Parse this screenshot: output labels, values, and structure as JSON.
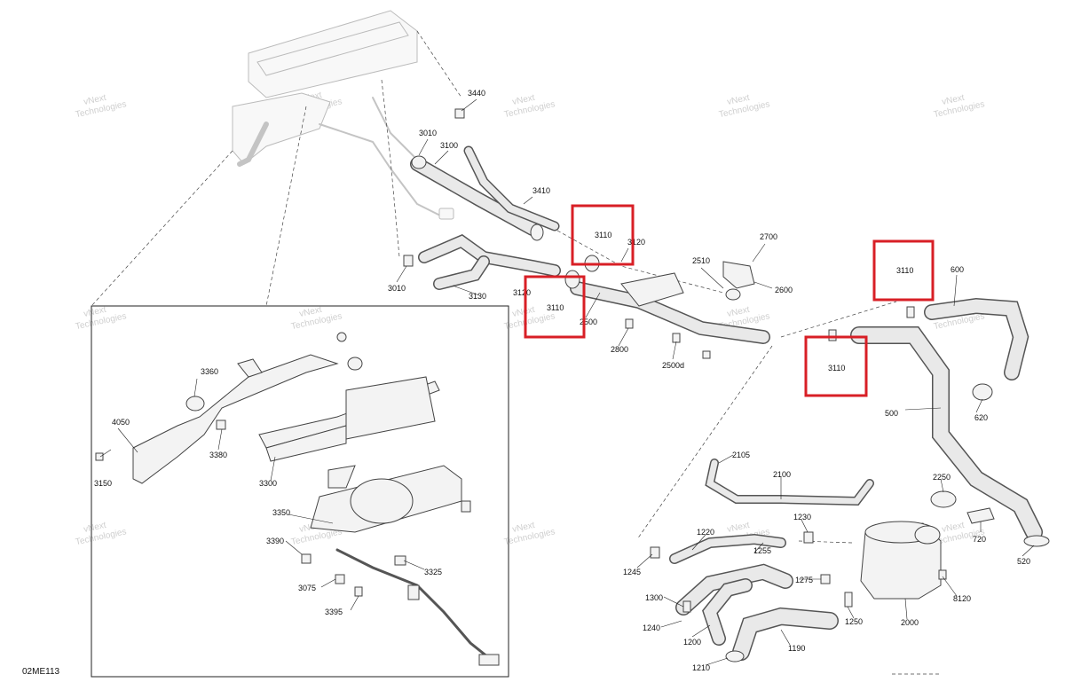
{
  "diagram": {
    "reference_code": "02ME113",
    "watermark": {
      "line1": "vNext",
      "line2": "Technologies"
    },
    "highlight_color": "#d81f26",
    "part_labels": [
      "3440",
      "3010",
      "3100",
      "3410",
      "3110",
      "3120",
      "3120",
      "3110",
      "3010",
      "3130",
      "2500",
      "2510",
      "2700",
      "2600",
      "2800",
      "2500d",
      "3110",
      "600",
      "3110",
      "620",
      "500",
      "3360",
      "4050",
      "3380",
      "3150",
      "3300",
      "3350",
      "3390",
      "3325",
      "3075",
      "3395",
      "2105",
      "2100",
      "2250",
      "1230",
      "1220",
      "1255",
      "720",
      "1245",
      "1275",
      "520",
      "1300",
      "8120",
      "1250",
      "2000",
      "1240",
      "1200",
      "1190",
      "1210"
    ]
  }
}
